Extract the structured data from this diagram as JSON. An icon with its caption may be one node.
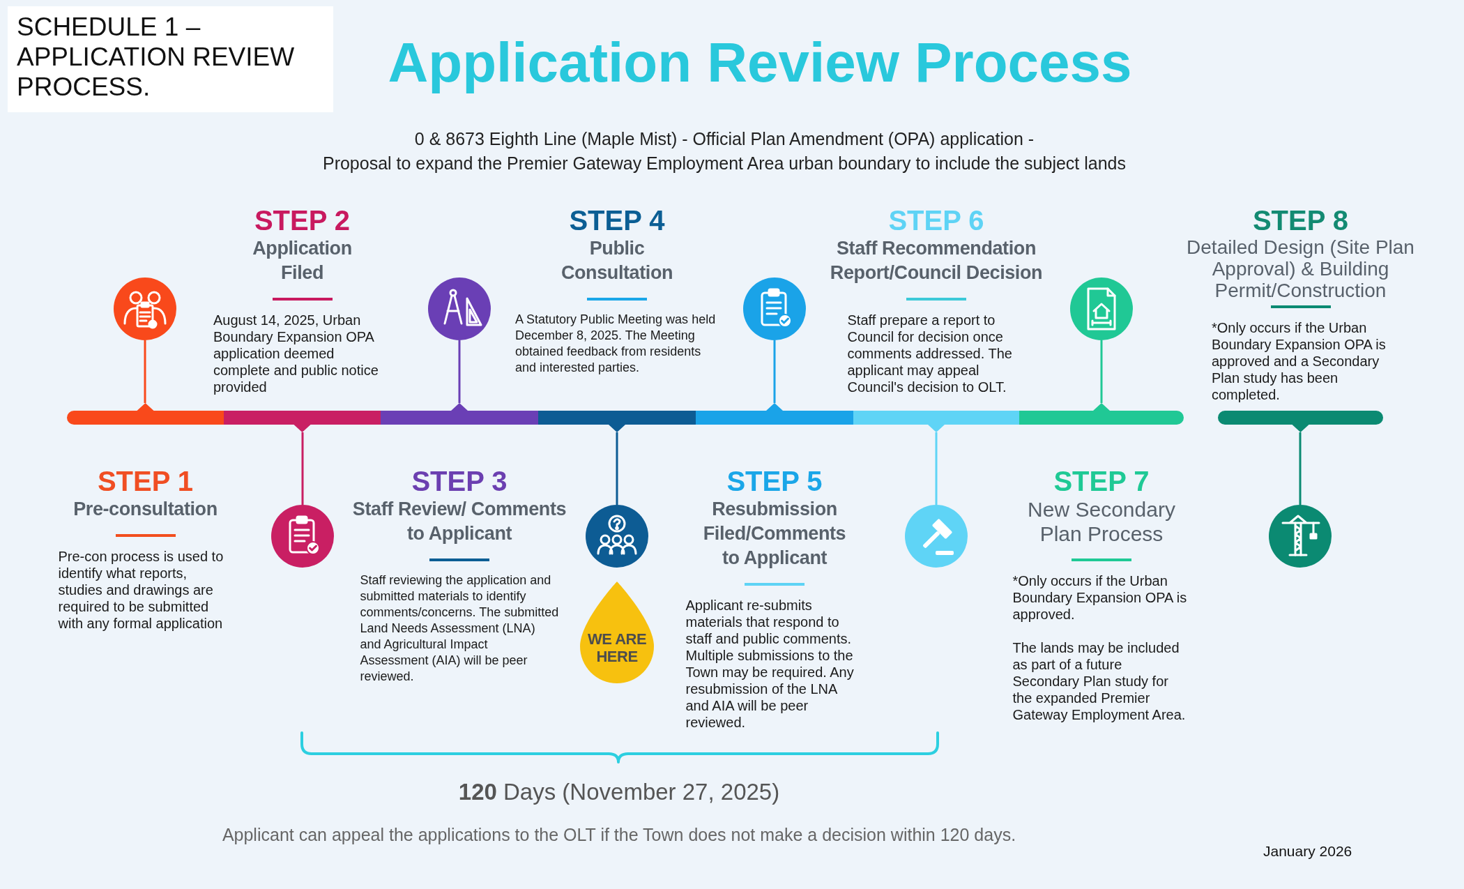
{
  "diagram": {
    "title": "Application Review Process",
    "nodes": [
      {
        "text": [
          "SCHEDULE 1 – APPLICATION REVIEW PROCESS."
        ]
      },
      {
        "text": [],
        "shape": "bar",
        "beside": [
          "STEP 1",
          "Pre-consultation",
          "Pre-con process is used to identify what reports, studies and drawings are required to be submitted with any formal application"
        ]
      },
      {
        "text": [],
        "shape": "circle"
      },
      {
        "text": [],
        "shape": "bar",
        "beside": [
          "STEP 2",
          "Application Filed",
          "August 14, 2025, Urban Boundary Expansion OPA application deemed complete and public notice provided"
        ]
      },
      {
        "text": [],
        "shape": "circle"
      },
      {
        "text": [],
        "shape": "bar",
        "beside": [
          "STEP 3",
          "Staff Review/ Comments to Applicant",
          "Staff reviewing the application and submitted materials to identify comments/concerns. The submitted Land Needs Assessment (LNA) and Agricultural Impact Assessment (AIA) will be peer reviewed."
        ]
      },
      {
        "text": [],
        "shape": "circle"
      },
      {
        "text": [],
        "shape": "bar",
        "beside": [
          "STEP 4",
          "Public Consultation",
          "A Statutory Public Meeting was held December 8, 2025. The Meeting obtained feedback from residents and interested parties."
        ]
      },
      {
        "text": [],
        "shape": "circle"
      },
      {
        "text": [],
        "shape": "bar",
        "beside": [
          "STEP 5",
          "Resubmission Filed/Comments to Applicant",
          "Applicant re-submits materials that respond to staff and public comments. Multiple submissions to the Town may be required. Any resubmission of the LNA and AIA will be peer reviewed."
        ]
      },
      {
        "text": [],
        "shape": "circle"
      },
      {
        "text": [],
        "shape": "bar",
        "beside": [
          "STEP 6",
          "Staff Recommendation Report/Council Decision",
          "Staff prepare a report to Council for decision once comments addressed. The applicant may appeal Council's decision to OLT."
        ]
      },
      {
        "text": [],
        "shape": "circle"
      },
      {
        "text": [],
        "shape": "bar",
        "beside": [
          "STEP 7",
          "New Secondary Plan Process",
          "*Only occurs if the Urban Boundary Expansion OPA is approved.",
          "The lands may be included as part of a future Secondary Plan study for the expanded Premier Gateway Employment Area."
        ]
      },
      {
        "text": [],
        "shape": "circle"
      },
      {
        "text": [],
        "shape": "bar",
        "beside": [
          "STEP 8",
          "Detailed Design (Site Plan Approval) & Building Permit/Construction",
          "*Only occurs if the Urban Boundary Expansion OPA is approved and a Secondary Plan study has been completed."
        ]
      },
      {
        "text": [],
        "shape": "circle"
      },
      {
        "text": [
          "WE ARE HERE"
        ]
      }
    ],
    "edges": [
      {
        "from": 2,
        "to": 1,
        "arrow": "none",
        "color": "#f9491b"
      },
      {
        "from": 4,
        "to": 3,
        "arrow": "none",
        "color": "#c91f63"
      },
      {
        "from": 6,
        "to": 5,
        "arrow": "none",
        "color": "#6a3fb5"
      },
      {
        "from": 8,
        "to": 7,
        "arrow": "none",
        "color": "#0d5c94"
      },
      {
        "from": 10,
        "to": 9,
        "arrow": "none",
        "color": "#1aa3e8"
      },
      {
        "from": 12,
        "to": 11,
        "arrow": "none",
        "color": "#5fd4f6"
      },
      {
        "from": 14,
        "to": 13,
        "arrow": "none",
        "color": "#20c895"
      },
      {
        "from": 16,
        "to": 15,
        "arrow": "none",
        "color": "#0b8a72"
      }
    ],
    "labels": [
      "0 & 8673 Eighth Line (Maple Mist) - Official Plan Amendment (OPA) application -",
      "Proposal to expand the Premier Gateway Employment Area urban boundary to include the subject lands",
      "**120** Days (November 27, 2025)",
      "Applicant can appeal the applications to the OLT if the Town does not make a decision within 120 days.",
      "January 2026"
    ]
  }
}
